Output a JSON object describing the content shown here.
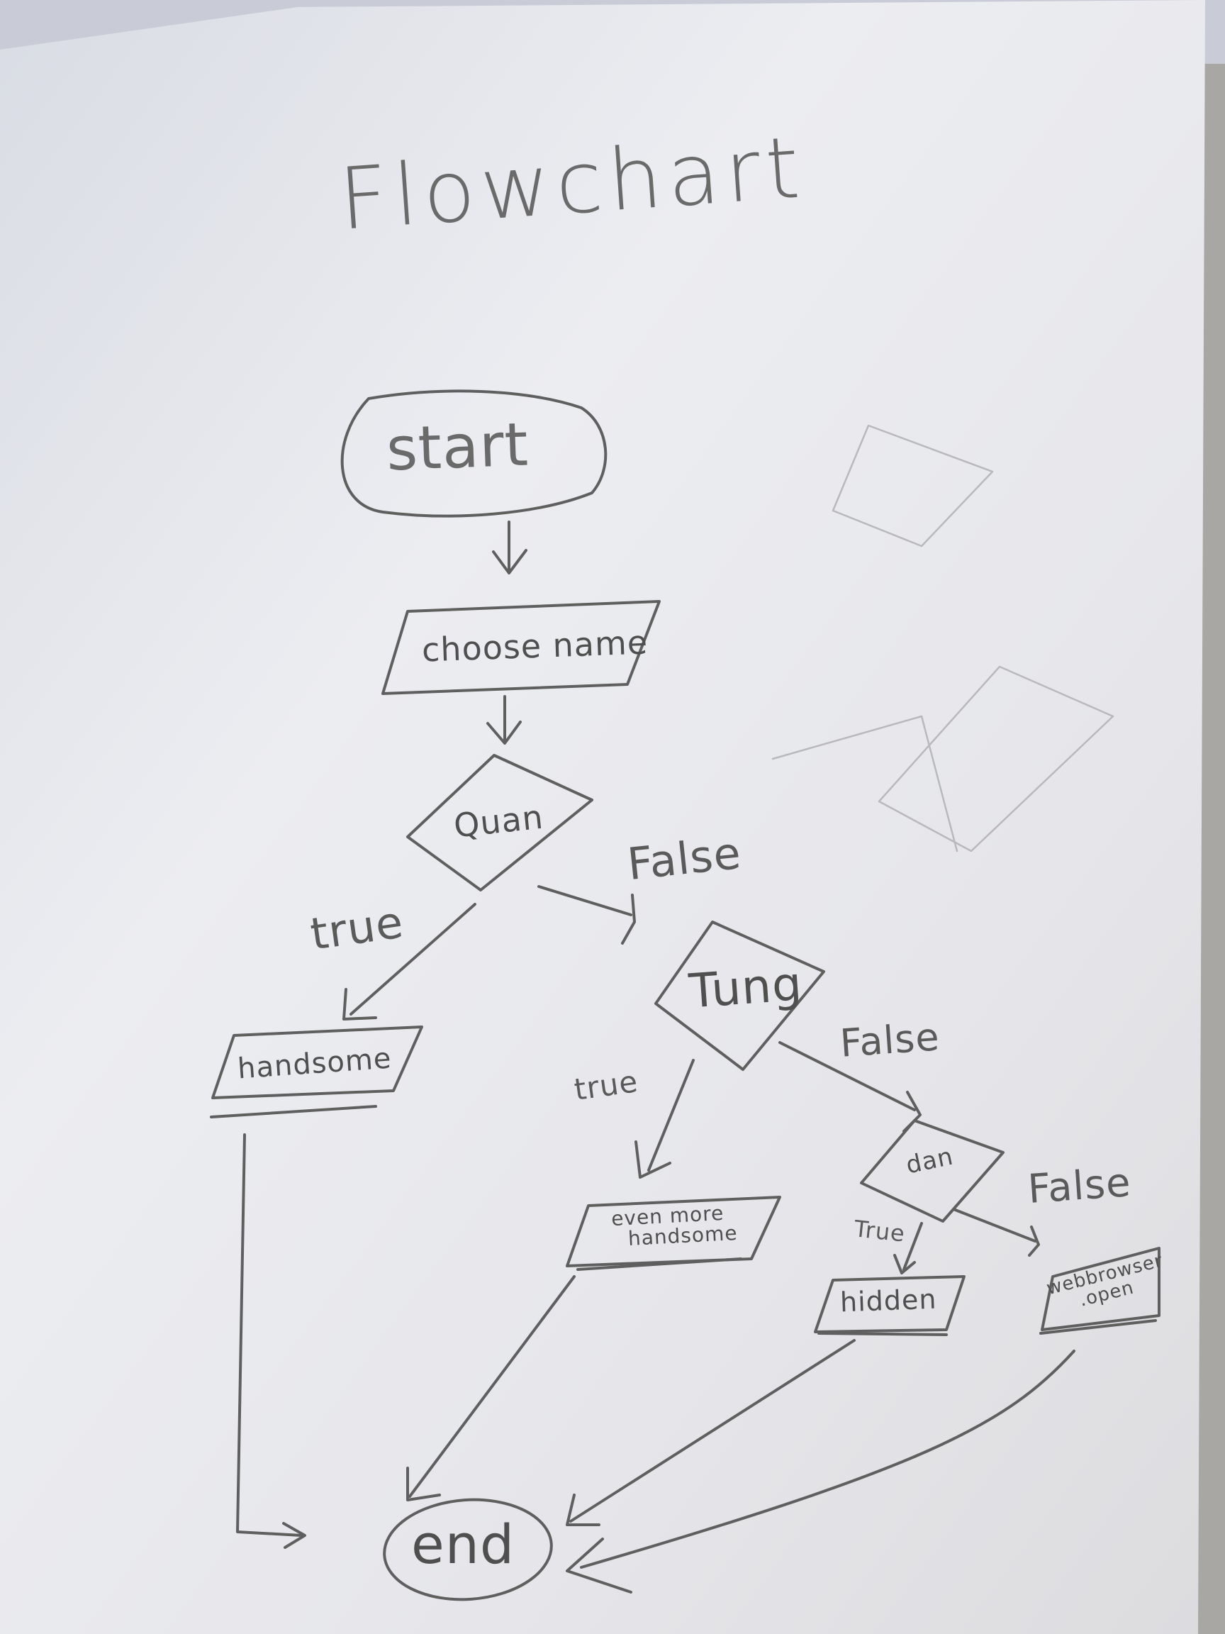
{
  "title": "Flowchart",
  "nodes": {
    "start": "start",
    "choose_name": "choose name",
    "quan": "Quan",
    "handsome": "handsome",
    "tung": "Tung",
    "even_more_handsome_line1": "even more",
    "even_more_handsome_line2": "handsome",
    "dan": "dan",
    "hidden": "hidden",
    "webbrowser_open_line1": "webbrowser",
    "webbrowser_open_line2": ".open",
    "end": "end"
  },
  "edges": {
    "quan_true": "true",
    "quan_false": "False",
    "tung_true": "true",
    "tung_false": "False",
    "dan_true": "True",
    "dan_false": "False"
  }
}
